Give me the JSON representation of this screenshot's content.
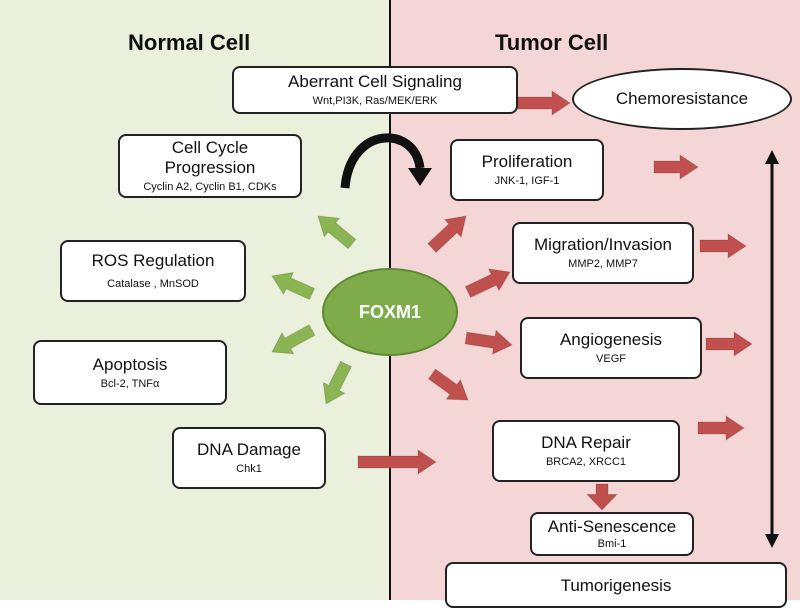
{
  "headings": {
    "normal": "Normal Cell",
    "tumor": "Tumor Cell"
  },
  "center": {
    "label": "FOXM1"
  },
  "boxes": {
    "aberrant": {
      "title": "Aberrant Cell Signaling",
      "sub": "Wnt,PI3K, Ras/MEK/ERK"
    },
    "chemoresistance": {
      "title": "Chemoresistance"
    },
    "cell_cycle": {
      "title": "Cell Cycle Progression",
      "sub": "Cyclin A2, Cyclin B1, CDKs"
    },
    "ros": {
      "title": "ROS Regulation",
      "sub": "Catalase , MnSOD"
    },
    "apoptosis": {
      "title": "Apoptosis",
      "sub": "Bcl-2, TNFα"
    },
    "dna_damage": {
      "title": "DNA Damage",
      "sub": "Chk1"
    },
    "proliferation": {
      "title": "Proliferation",
      "sub": "JNK-1, IGF-1"
    },
    "migration": {
      "title": "Migration/Invasion",
      "sub": "MMP2, MMP7"
    },
    "angiogenesis": {
      "title": "Angiogenesis",
      "sub": "VEGF"
    },
    "dna_repair": {
      "title": "DNA Repair",
      "sub": "BRCA2, XRCC1"
    },
    "anti_senescence": {
      "title": "Anti-Senescence",
      "sub": "Bmi-1"
    },
    "tumorigenesis": {
      "title": "Tumorigenesis"
    }
  },
  "colors": {
    "normal_bg": "#eaf0dc",
    "tumor_bg": "#f4d6d6",
    "green_arrow": "#8ab552",
    "red_arrow": "#c0504d",
    "foxm1_fill": "#7fac4a"
  }
}
